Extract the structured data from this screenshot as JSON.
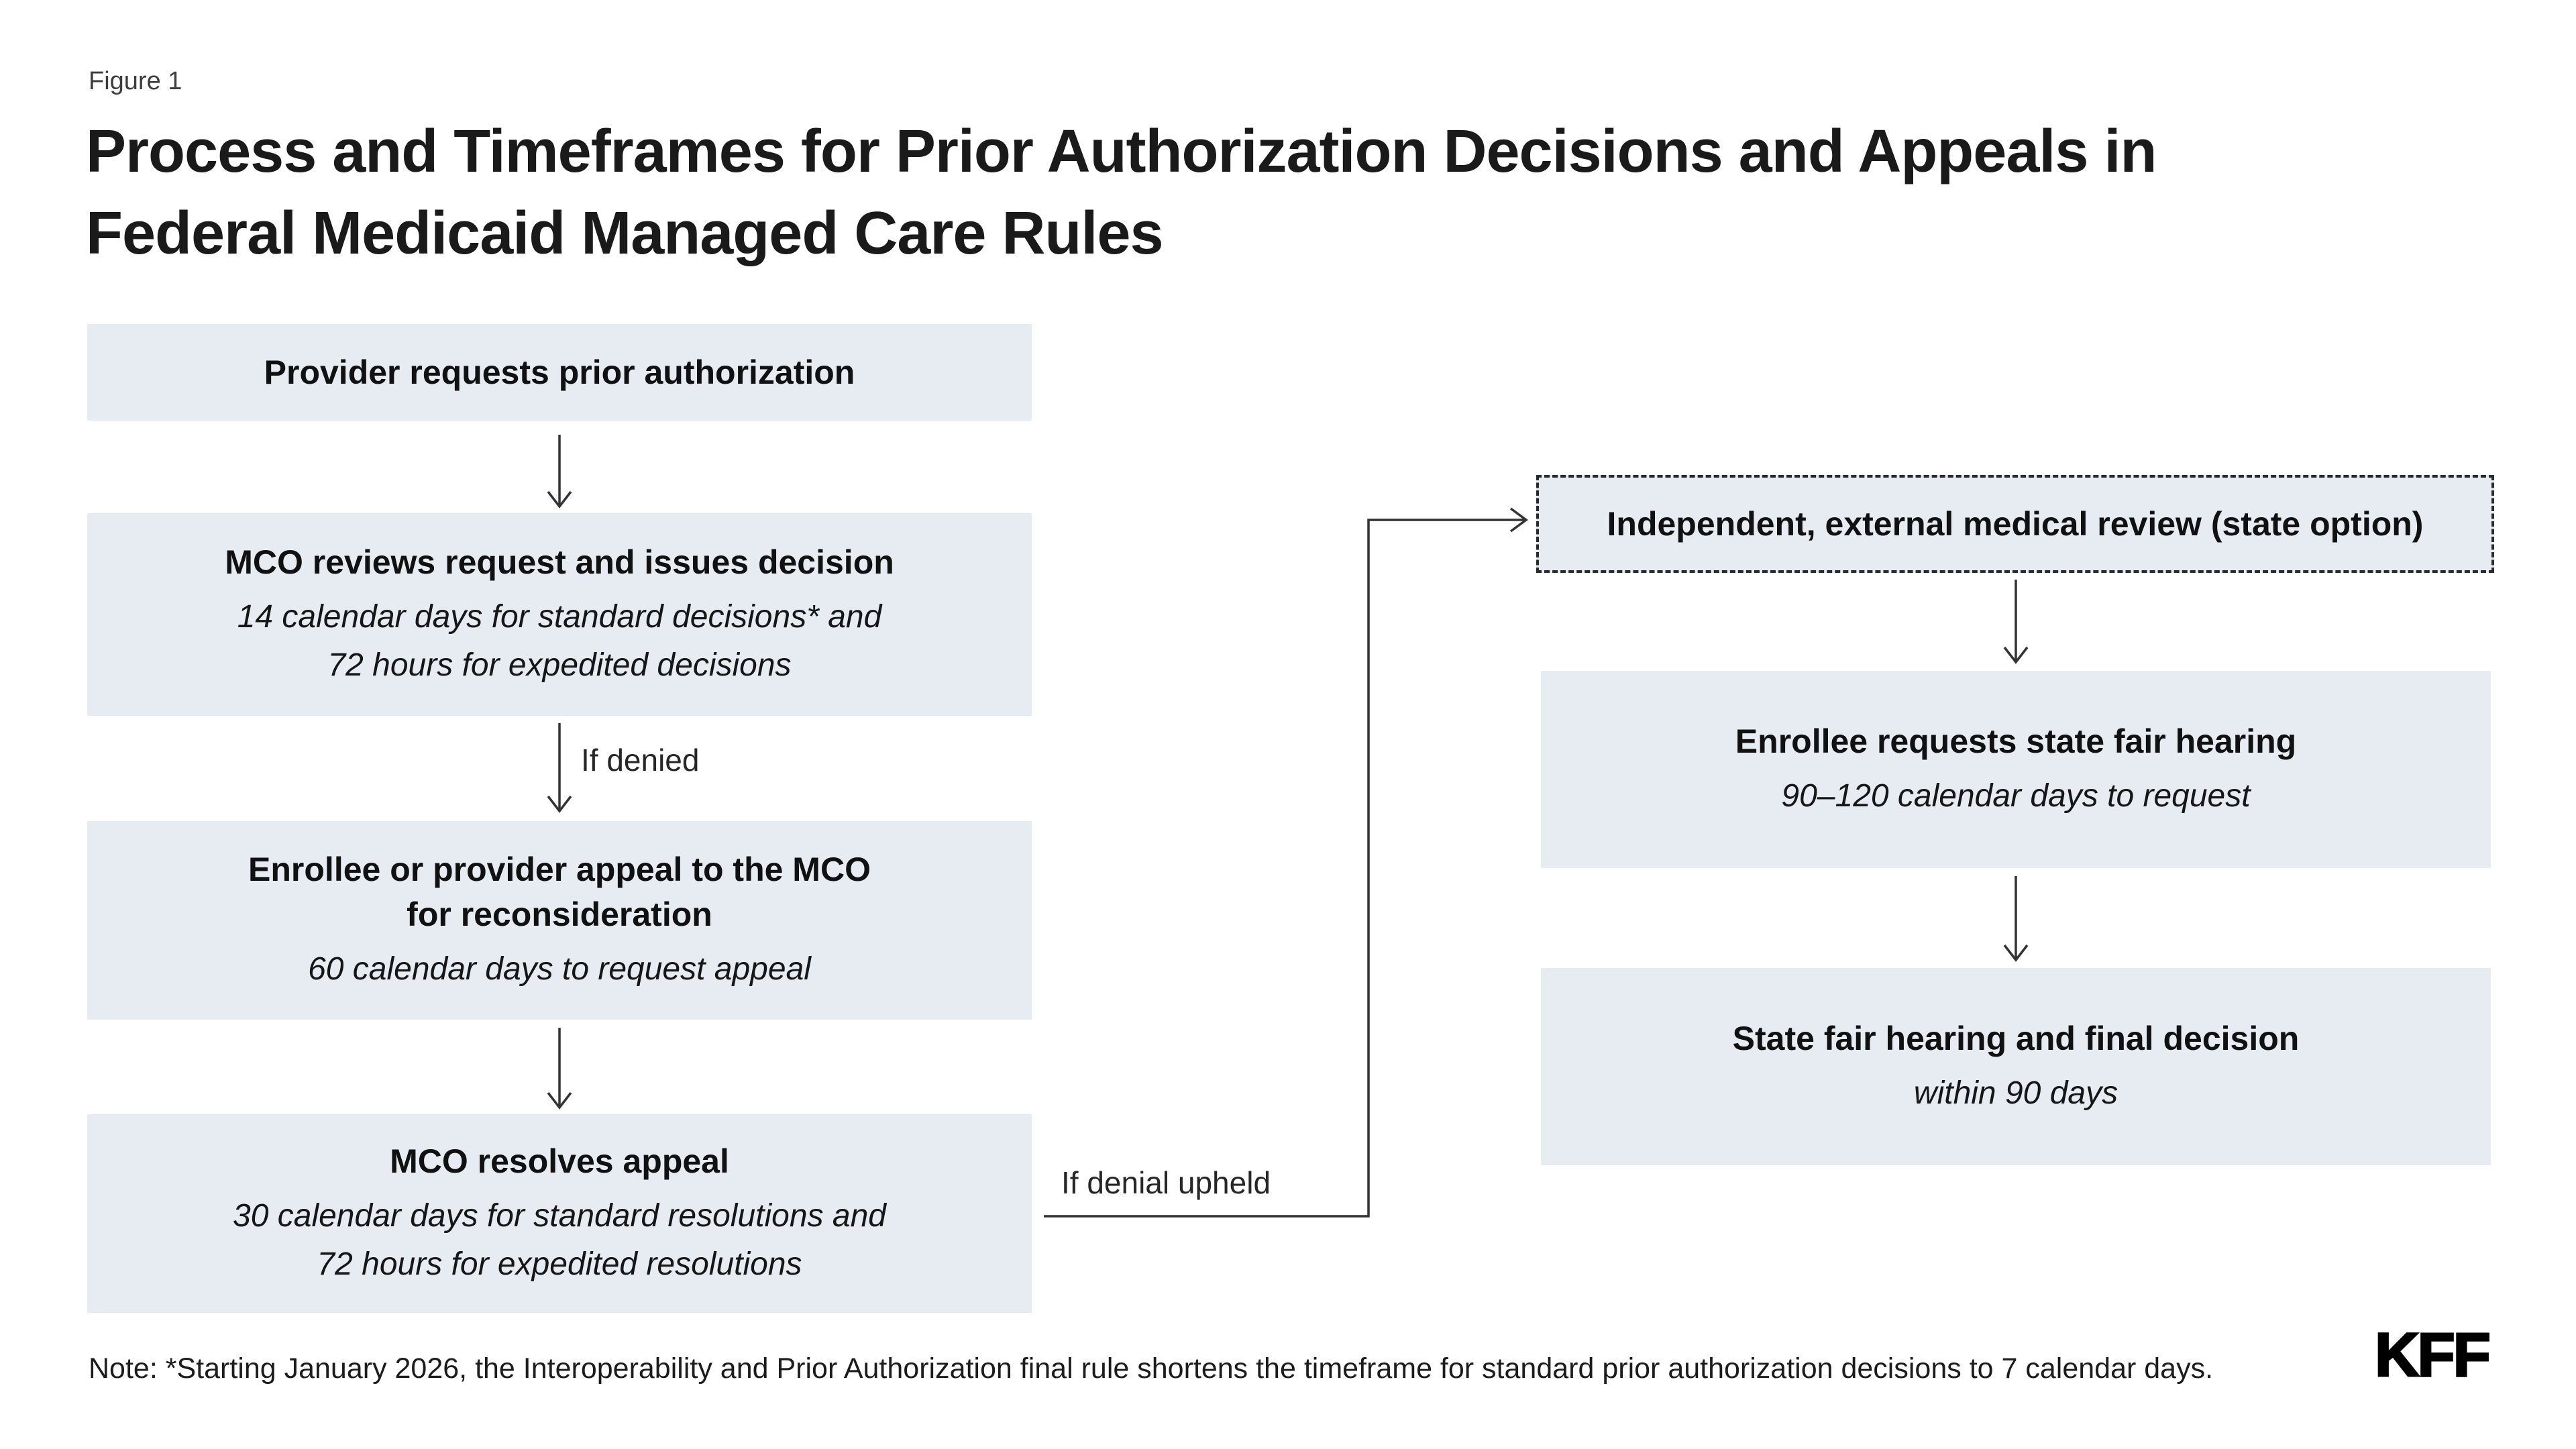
{
  "figure_label": "Figure 1",
  "title_lines": [
    "Process and Timeframes for Prior Authorization Decisions and Appeals in",
    "Federal Medicaid Managed Care Rules"
  ],
  "colors": {
    "box_fill": "#e7ecf3",
    "line": "#333333",
    "dashed_border": "#2a2a2a"
  },
  "boxes": {
    "provider_request": {
      "title": "Provider requests prior authorization"
    },
    "mco_review": {
      "title": "MCO reviews request and issues decision",
      "details": [
        "14 calendar days for standard decisions* and",
        "72 hours for expedited decisions"
      ]
    },
    "appeal_to_mco": {
      "title_lines": [
        "Enrollee or provider appeal to the MCO",
        "for reconsideration"
      ],
      "details": [
        "60 calendar days to request appeal"
      ]
    },
    "mco_resolves": {
      "title": "MCO resolves appeal",
      "details": [
        "30 calendar days for standard resolutions and",
        "72 hours for expedited resolutions"
      ]
    },
    "external_review": {
      "title": "Independent, external medical review (state option)"
    },
    "fair_hearing_request": {
      "title": "Enrollee requests state fair hearing",
      "details": [
        "90–120 calendar days to request"
      ]
    },
    "fair_hearing_decision": {
      "title": "State fair hearing and final decision",
      "details": [
        "within 90 days"
      ]
    }
  },
  "edge_labels": {
    "if_denied": "If denied",
    "if_denial_upheld": "If denial upheld"
  },
  "note": "Note: *Starting January 2026, the Interoperability and Prior Authorization final rule shortens the timeframe for standard prior authorization decisions to 7 calendar days.",
  "logo_text": "KFF"
}
